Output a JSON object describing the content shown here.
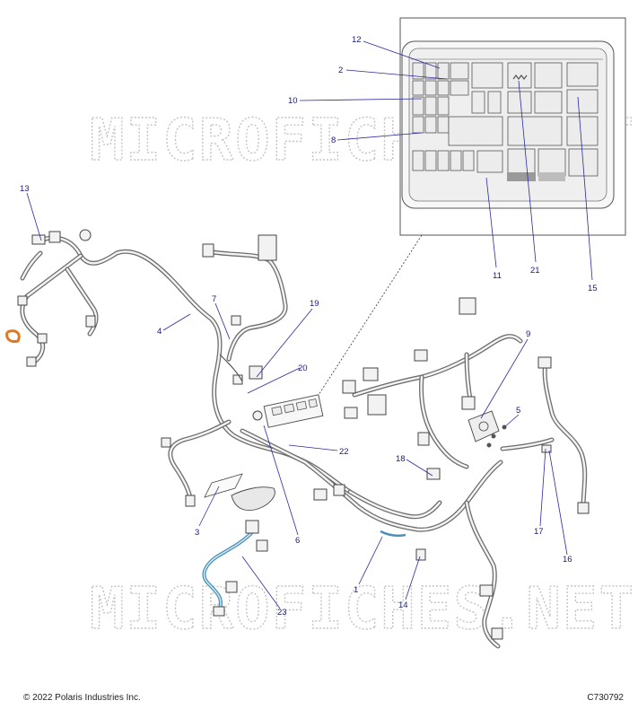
{
  "watermark": {
    "top_text": "MICROFICHES.NET",
    "bottom_text": "MICROFICHES.NET"
  },
  "callouts": [
    "1",
    "2",
    "3",
    "4",
    "5",
    "6",
    "7",
    "8",
    "9",
    "10",
    "11",
    "12",
    "13",
    "14",
    "15",
    "16",
    "17",
    "18",
    "19",
    "20",
    "21",
    "22",
    "23"
  ],
  "footer": {
    "copyright": "© 2022 Polaris Industries Inc.",
    "figure_id": "C730792"
  },
  "colors": {
    "callout_text": "#1a1a7a",
    "leader_line": "#2a2aa0",
    "harness_line": "#6e6e6e",
    "highlight_orange": "#e07820",
    "highlight_blue": "#4a90b8",
    "watermark": "#c4c4c4"
  }
}
